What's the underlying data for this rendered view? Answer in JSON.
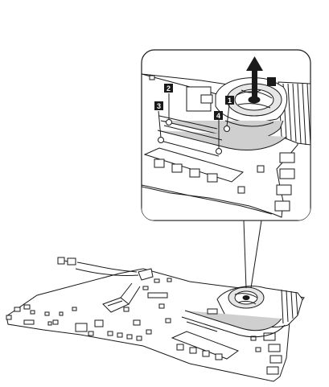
{
  "figure": {
    "callouts": [
      "1",
      "2",
      "3",
      "4"
    ],
    "arrow_icon": "arrow-up-icon",
    "palette": {
      "line": "#1a1a1a",
      "board": "#ffffff",
      "heatpipe_fill": "#cfcfcf",
      "fan_fill": "#e6e6e6",
      "marker_fill": "#1a1a1a"
    }
  }
}
